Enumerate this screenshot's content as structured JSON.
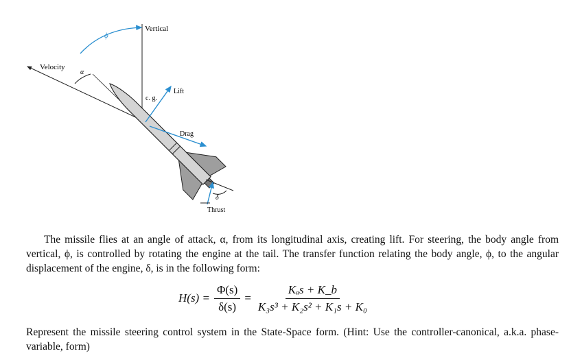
{
  "figure": {
    "labels": {
      "vertical": "Vertical",
      "velocity": "Velocity",
      "phi": "ϕ",
      "alpha": "α",
      "cg": "c. g.",
      "lift": "Lift",
      "drag": "Drag",
      "delta": "δ",
      "thrust": "Thrust"
    },
    "colors": {
      "accent": "#2b8fd0",
      "body": "#cfcfcf",
      "line": "#222222"
    }
  },
  "text": {
    "paragraph1": "The missile flies at an angle of attack, α, from its longitudinal axis, creating lift. For steering, the body angle from vertical, ϕ, is controlled by rotating the engine at the tail. The transfer function relating the body angle, ϕ, to the angular displacement of the engine, δ, is in the following form:",
    "equation": {
      "lhs": "H(s) =",
      "frac1_num": "Φ(s)",
      "frac1_den": "δ(s)",
      "equals": "=",
      "frac2_num": "Kₐs + K_b",
      "frac2_den": "K₃s³ + K₂s² + K₁s + K₀"
    },
    "paragraph2": "Represent the missile steering control system in the State-Space form. (Hint: Use the controller-canonical, a.k.a. phase-variable, form)"
  }
}
